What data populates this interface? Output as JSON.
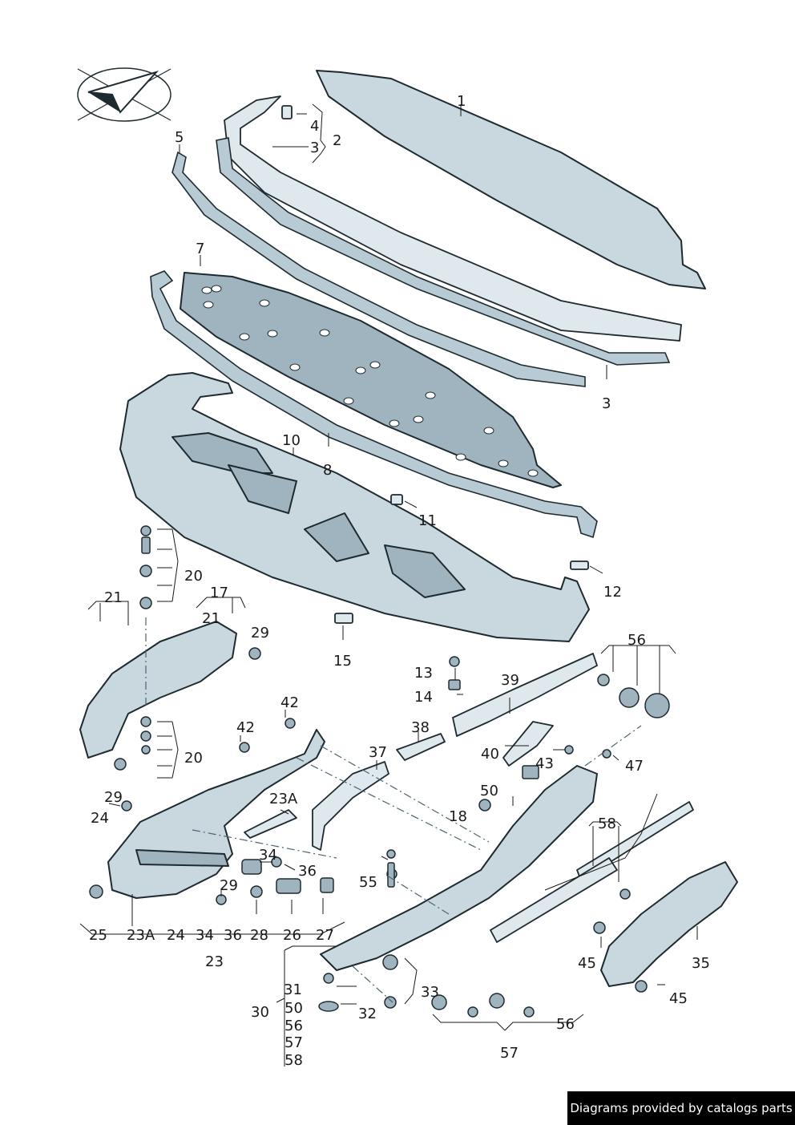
{
  "labels": [
    {
      "id": "l1",
      "text": "1"
    },
    {
      "id": "l2",
      "text": "2"
    },
    {
      "id": "l3a",
      "text": "3"
    },
    {
      "id": "l3b",
      "text": "3"
    },
    {
      "id": "l4",
      "text": "4"
    },
    {
      "id": "l5",
      "text": "5"
    },
    {
      "id": "l7",
      "text": "7"
    },
    {
      "id": "l8",
      "text": "8"
    },
    {
      "id": "l10",
      "text": "10"
    },
    {
      "id": "l11",
      "text": "11"
    },
    {
      "id": "l12",
      "text": "12"
    },
    {
      "id": "l13",
      "text": "13"
    },
    {
      "id": "l14",
      "text": "14"
    },
    {
      "id": "l15",
      "text": "15"
    },
    {
      "id": "l17",
      "text": "17"
    },
    {
      "id": "l18",
      "text": "18"
    },
    {
      "id": "l20a",
      "text": "20"
    },
    {
      "id": "l20b",
      "text": "20"
    },
    {
      "id": "l21a",
      "text": "21"
    },
    {
      "id": "l21b",
      "text": "21"
    },
    {
      "id": "l23",
      "text": "23"
    },
    {
      "id": "l23A",
      "text": "23A"
    },
    {
      "id": "l23Ab",
      "text": "23A"
    },
    {
      "id": "l24a",
      "text": "24"
    },
    {
      "id": "l24b",
      "text": "24"
    },
    {
      "id": "l25",
      "text": "25"
    },
    {
      "id": "l26",
      "text": "26"
    },
    {
      "id": "l27",
      "text": "27"
    },
    {
      "id": "l28",
      "text": "28"
    },
    {
      "id": "l29a",
      "text": "29"
    },
    {
      "id": "l29b",
      "text": "29"
    },
    {
      "id": "l29c",
      "text": "29"
    },
    {
      "id": "l30",
      "text": "30"
    },
    {
      "id": "l31",
      "text": "31"
    },
    {
      "id": "l32",
      "text": "32"
    },
    {
      "id": "l33",
      "text": "33"
    },
    {
      "id": "l34a",
      "text": "34"
    },
    {
      "id": "l34b",
      "text": "34"
    },
    {
      "id": "l35",
      "text": "35"
    },
    {
      "id": "l36a",
      "text": "36"
    },
    {
      "id": "l36b",
      "text": "36"
    },
    {
      "id": "l37",
      "text": "37"
    },
    {
      "id": "l38",
      "text": "38"
    },
    {
      "id": "l39",
      "text": "39"
    },
    {
      "id": "l40",
      "text": "40"
    },
    {
      "id": "l42a",
      "text": "42"
    },
    {
      "id": "l42b",
      "text": "42"
    },
    {
      "id": "l43",
      "text": "43"
    },
    {
      "id": "l45a",
      "text": "45"
    },
    {
      "id": "l45b",
      "text": "45"
    },
    {
      "id": "l47",
      "text": "47"
    },
    {
      "id": "l50a",
      "text": "50"
    },
    {
      "id": "l50b",
      "text": "50"
    },
    {
      "id": "l55",
      "text": "55"
    },
    {
      "id": "l56a",
      "text": "56"
    },
    {
      "id": "l56b",
      "text": "56"
    },
    {
      "id": "l56c",
      "text": "56"
    },
    {
      "id": "l57a",
      "text": "57"
    },
    {
      "id": "l57b",
      "text": "57"
    },
    {
      "id": "l58a",
      "text": "58"
    },
    {
      "id": "l58b",
      "text": "58"
    }
  ],
  "footer": {
    "text": "Diagrams provided by catalogs parts"
  },
  "colors": {
    "part": "#c9d7de",
    "part_dark": "#9fb4be",
    "outline": "#1e2a30"
  }
}
